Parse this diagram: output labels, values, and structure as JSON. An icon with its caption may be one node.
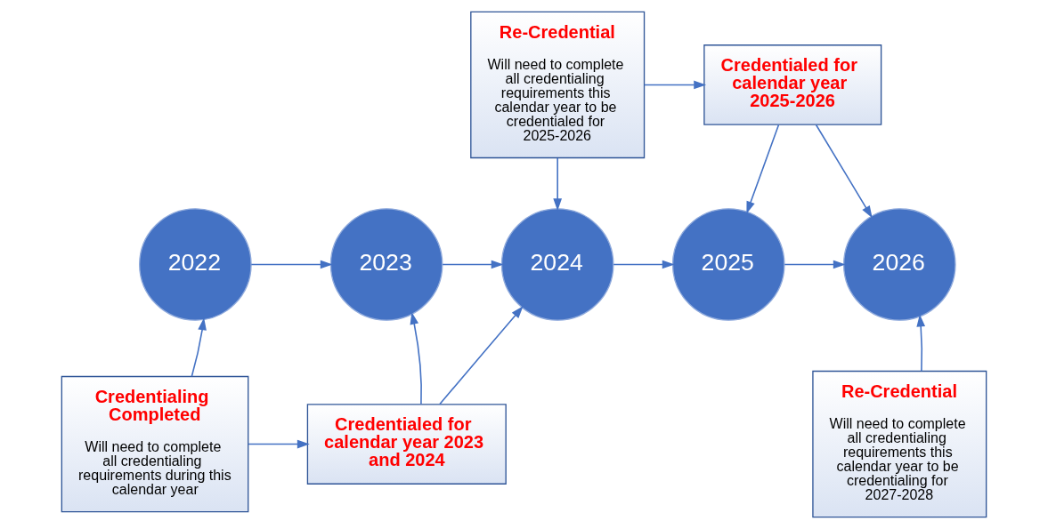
{
  "diagram": {
    "nodes": [
      {
        "text": [
          "2022"
        ]
      },
      {
        "text": [
          "2023"
        ]
      },
      {
        "text": [
          "2024"
        ]
      },
      {
        "text": [
          "2025"
        ]
      },
      {
        "text": [
          "2026"
        ]
      },
      {
        "text": [
          "Re-Credential",
          "Will need to complete all credentialing requirements this calendar year to be credentialed for 2025-2026"
        ]
      },
      {
        "text": [
          "Credentialed for calendar year 2025-2026"
        ]
      },
      {
        "text": [
          "Credentialing Completed",
          "Will need to complete all credentialing requirements during this  calendar year"
        ]
      },
      {
        "text": [
          "Credentialed for calendar year 2023 and 2024"
        ]
      },
      {
        "text": [
          "Re-Credential",
          "Will need to complete all credentialing requirements this calendar year to be credentialing for 2027-2028"
        ]
      }
    ],
    "edges": [
      {
        "from": 0,
        "to": 1,
        "arrow": "to"
      },
      {
        "from": 1,
        "to": 2,
        "arrow": "to"
      },
      {
        "from": 2,
        "to": 3,
        "arrow": "to"
      },
      {
        "from": 3,
        "to": 4,
        "arrow": "to"
      },
      {
        "from": 5,
        "to": 2,
        "arrow": "to"
      },
      {
        "from": 5,
        "to": 6,
        "arrow": "to"
      },
      {
        "from": 6,
        "to": 3,
        "arrow": "to"
      },
      {
        "from": 6,
        "to": 4,
        "arrow": "to"
      },
      {
        "from": 7,
        "to": 0,
        "arrow": "to"
      },
      {
        "from": 7,
        "to": 8,
        "arrow": "to"
      },
      {
        "from": 8,
        "to": 1,
        "arrow": "to"
      },
      {
        "from": 8,
        "to": 2,
        "arrow": "to"
      },
      {
        "from": 9,
        "to": 4,
        "arrow": "to"
      }
    ]
  }
}
